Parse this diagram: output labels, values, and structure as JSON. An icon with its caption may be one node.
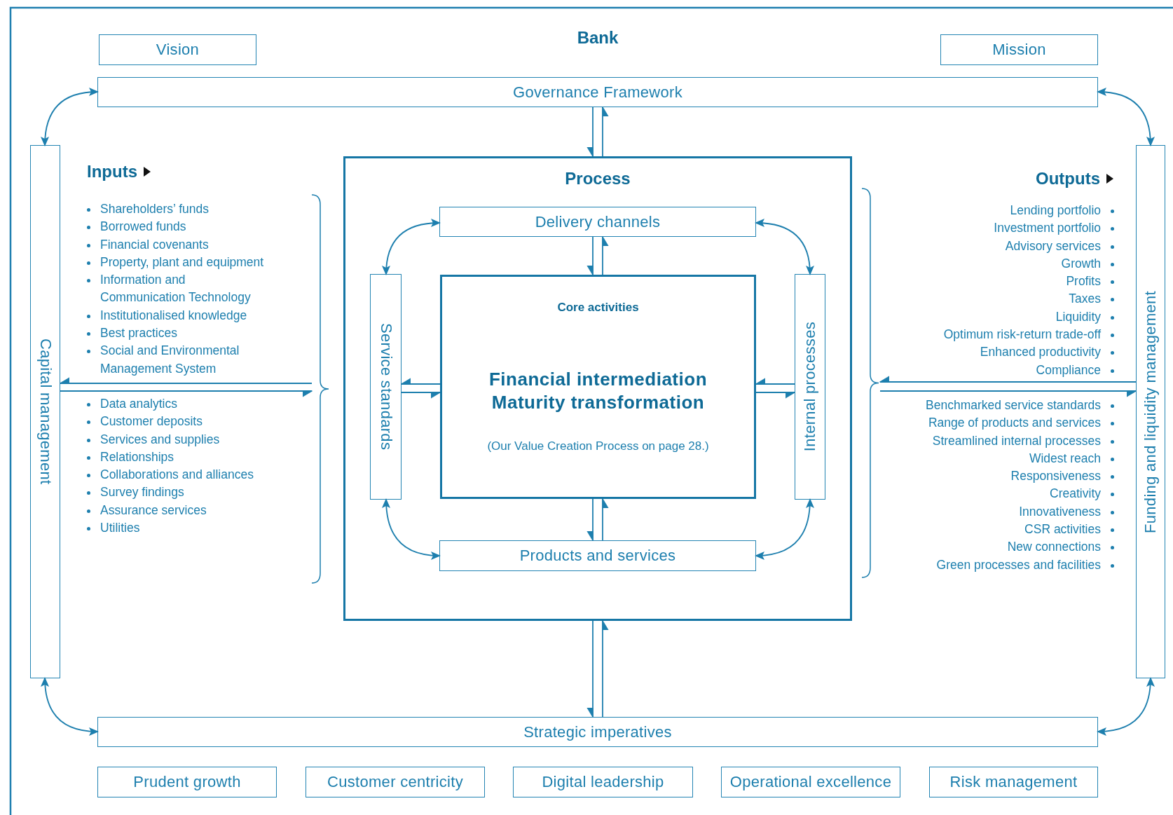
{
  "diagram": {
    "title": "Bank",
    "nodes": [
      {
        "text": [
          "Vision"
        ]
      },
      {
        "text": [
          "Mission"
        ]
      },
      {
        "text": [
          "Governance Framework"
        ]
      },
      {
        "text": [
          "Capital management"
        ]
      },
      {
        "text": [
          "Funding and liquidity management"
        ]
      },
      {
        "text": [
          "Process"
        ]
      },
      {
        "text": [
          "Delivery channels"
        ],
        "in": 5
      },
      {
        "text": [
          "Service standards"
        ],
        "in": 5
      },
      {
        "text": [
          "Core activities",
          "Financial intermediation",
          "Maturity transformation",
          "(Our Value Creation Process on page 28.)"
        ],
        "in": 5
      },
      {
        "text": [
          "Internal processes"
        ],
        "in": 5
      },
      {
        "text": [
          "Products and services"
        ],
        "in": 5
      },
      {
        "text": [
          "Strategic imperatives"
        ]
      },
      {
        "text": [
          "Prudent growth"
        ]
      },
      {
        "text": [
          "Customer centricity"
        ]
      },
      {
        "text": [
          "Digital leadership"
        ]
      },
      {
        "text": [
          "Operational excellence"
        ]
      },
      {
        "text": [
          "Risk management"
        ]
      },
      {
        "text": [],
        "shape": "brace"
      },
      {
        "text": [],
        "shape": "brace"
      }
    ],
    "edges": [
      {
        "from": 2,
        "to": 5,
        "arrow": "to"
      },
      {
        "from": 5,
        "to": 2,
        "arrow": "to"
      },
      {
        "from": 6,
        "to": 8,
        "arrow": "to"
      },
      {
        "from": 8,
        "to": 6,
        "arrow": "to"
      },
      {
        "from": 8,
        "to": 10,
        "arrow": "to"
      },
      {
        "from": 10,
        "to": 8,
        "arrow": "to"
      },
      {
        "from": 8,
        "to": 7,
        "arrow": "to"
      },
      {
        "from": 7,
        "to": 8,
        "arrow": "to"
      },
      {
        "from": 9,
        "to": 8,
        "arrow": "to"
      },
      {
        "from": 8,
        "to": 9,
        "arrow": "to"
      },
      {
        "from": 5,
        "to": 11,
        "arrow": "to"
      },
      {
        "from": 11,
        "to": 5,
        "arrow": "to"
      },
      {
        "from": 2,
        "to": 3,
        "arrow": "both"
      },
      {
        "from": 2,
        "to": 4,
        "arrow": "both"
      },
      {
        "from": 11,
        "to": 3,
        "arrow": "both"
      },
      {
        "from": 11,
        "to": 4,
        "arrow": "both"
      },
      {
        "from": 6,
        "to": 7,
        "arrow": "both"
      },
      {
        "from": 6,
        "to": 9,
        "arrow": "both"
      },
      {
        "from": 10,
        "to": 7,
        "arrow": "both"
      },
      {
        "from": 10,
        "to": 9,
        "arrow": "both"
      },
      {
        "from": 17,
        "to": 3,
        "arrow": "to"
      },
      {
        "from": 3,
        "to": 17,
        "arrow": "to"
      },
      {
        "from": 4,
        "to": 18,
        "arrow": "to"
      },
      {
        "from": 18,
        "to": 4,
        "arrow": "to"
      }
    ],
    "labels": [
      "Inputs",
      "Shareholders’ funds",
      "Borrowed funds",
      "Financial covenants",
      "Property, plant and equipment",
      "Information and Communication Technology",
      "Institutionalised knowledge",
      "Best practices",
      "Social and Environmental Management System",
      "Data analytics",
      "Customer deposits",
      "Services and supplies",
      "Relationships",
      "Collaborations and alliances",
      "Survey findings",
      "Assurance services",
      "Utilities",
      "Outputs",
      "Lending portfolio",
      "Investment portfolio",
      "Advisory services",
      "Growth",
      "Profits",
      "Taxes",
      "Liquidity",
      "Optimum risk-return trade-off",
      "Enhanced productivity",
      "Compliance",
      "Benchmarked service standards",
      "Range of products and services",
      "Streamlined internal processes",
      "Widest reach",
      "Responsiveness",
      "Creativity",
      "Innovativeness",
      "CSR activities",
      "New connections",
      "Green processes and facilities"
    ]
  }
}
